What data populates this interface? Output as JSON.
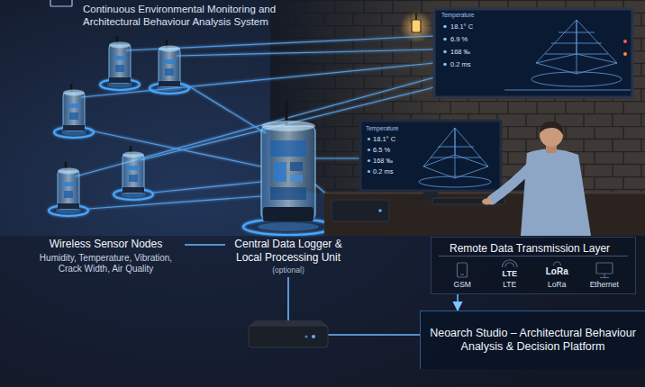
{
  "diagram": {
    "title": "Continuous Environmental Monitoring and Architectural Behaviour Analysis System",
    "nodes": [
      {
        "text": [
          "Wireless Sensor Nodes",
          "Humidity, Temperature, Vibration, Crack Width, Air Quality"
        ]
      },
      {
        "text": [
          "Central Data Logger & Local Processing Unit",
          "(optional)"
        ]
      },
      {
        "text": [
          "Remote Data Transmission Layer",
          "GSM",
          "LTE",
          "LoRa",
          "Ethernet"
        ]
      },
      {
        "text": [
          "Neoarch Studio – Architectural Behaviour Analysis & Decision Platform"
        ]
      }
    ],
    "edges": [
      {
        "from": 0,
        "to": 1,
        "arrow": "none"
      },
      {
        "from": 1,
        "to": 3,
        "arrow": "none"
      },
      {
        "from": 2,
        "to": 3,
        "arrow": "to"
      }
    ],
    "labels": [
      "Temperature",
      "18.1° C",
      "6.9 %",
      "168 ‰",
      "0.2 ms",
      "Temperature",
      "18.1° C",
      "6.5 %",
      "168 ‰",
      "0.2 ms",
      "LTE",
      "LoRa"
    ]
  }
}
